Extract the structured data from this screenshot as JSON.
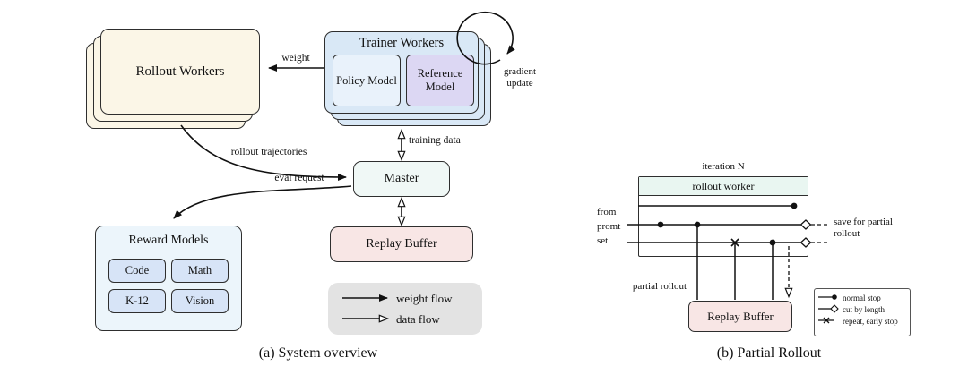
{
  "figure_a": {
    "caption": "(a) System overview",
    "rollout_workers_label": "Rollout Workers",
    "trainer": {
      "title": "Trainer Workers",
      "policy": "Policy Model",
      "reference": "Reference Model"
    },
    "gradient_update": "gradient update",
    "master_label": "Master",
    "replay_buffer_label": "Replay Buffer",
    "reward_models": {
      "title": "Reward Models",
      "items": [
        "Code",
        "Math",
        "K-12",
        "Vision"
      ]
    },
    "edge_labels": {
      "weight": "weight",
      "training_data": "training data",
      "rollout_trajectories": "rollout trajectories",
      "eval_request": "eval request"
    },
    "legend": {
      "weight_flow": "weight flow",
      "data_flow": "data flow"
    }
  },
  "figure_b": {
    "caption": "(b) Partial Rollout",
    "iteration_label": "iteration N",
    "rollout_worker_label": "rollout worker",
    "from_prompt_set": "from promt set",
    "save_for_partial_rollout": "save for partial rollout",
    "partial_rollout_label": "partial rollout",
    "replay_buffer_label": "Replay Buffer",
    "legend": {
      "normal_stop": "normal stop",
      "cut_by_length": "cut by length",
      "repeat_early_stop": "repeat, early stop"
    }
  },
  "colors": {
    "cream": "#fbf6e7",
    "trainer_blue": "#d9e8f6",
    "policy_fill": "#e9f2fb",
    "reference_purple": "#dcd7f3",
    "master_fill": "#f0f8f6",
    "replay_pink": "#f8e6e5",
    "reward_fill": "#ecf5fb",
    "reward_item": "#d7e4f7",
    "legend_gray": "#e3e3e3",
    "worker_band": "#e9f6f1"
  }
}
